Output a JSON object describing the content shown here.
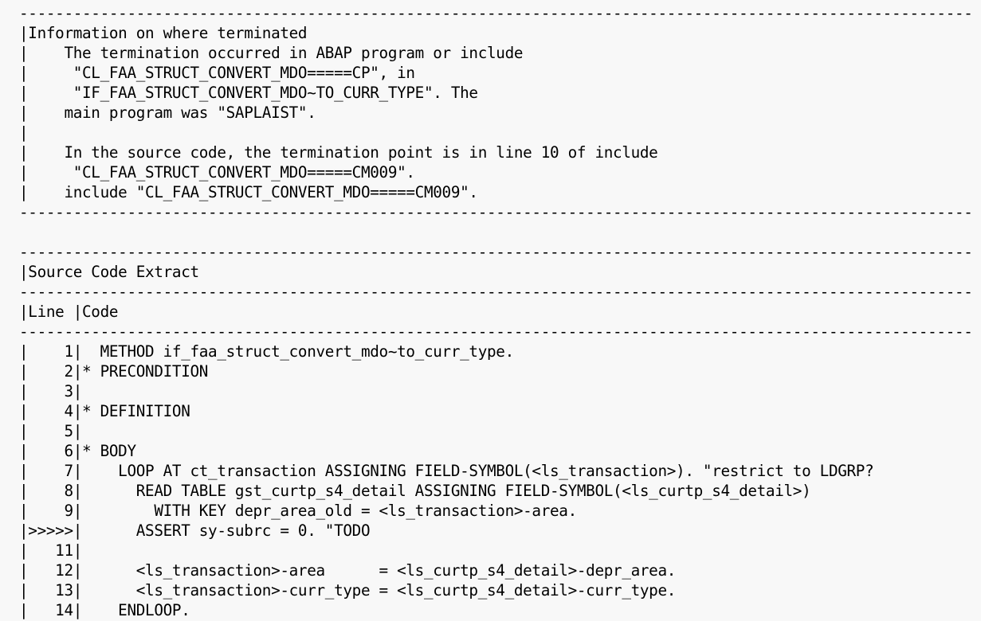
{
  "lines": [
    "-----------------------------------------------------------------------------------------------------------",
    "|Information on where terminated                                                                            |",
    "|    The termination occurred in ABAP program or include                                                    |",
    "|     \"CL_FAA_STRUCT_CONVERT_MDO=====CP\", in                                                                |",
    "|     \"IF_FAA_STRUCT_CONVERT_MDO~TO_CURR_TYPE\". The                                                         |",
    "|    main program was \"SAPLAIST\".                                                                          |",
    "|                                                                                                          |",
    "|    In the source code, the termination point is in line 10 of include                                    |",
    "|     \"CL_FAA_STRUCT_CONVERT_MDO=====CM009\".                                                                |",
    "|    include \"CL_FAA_STRUCT_CONVERT_MDO=====CM009\".                                                        |",
    "-----------------------------------------------------------------------------------------------------------",
    "",
    "-----------------------------------------------------------------------------------------------------------",
    "|Source Code Extract                                                                                        |",
    "-----------------------------------------------------------------------------------------------------------",
    "|Line |Code                                                                                                 |",
    "-----------------------------------------------------------------------------------------------------------",
    "|    1|  METHOD if_faa_struct_convert_mdo~to_curr_type.                                                      |",
    "|    2|* PRECONDITION                                                                                       |",
    "|    3|                                                                                                     |",
    "|    4|* DEFINITION                                                                                         |",
    "|    5|                                                                                                     |",
    "|    6|* BODY                                                                                               |",
    "|    7|    LOOP AT ct_transaction ASSIGNING FIELD-SYMBOL(<ls_transaction>). \"restrict to LDGRP?             |",
    "|    8|      READ TABLE gst_curtp_s4_detail ASSIGNING FIELD-SYMBOL(<ls_curtp_s4_detail>)                    |",
    "|    9|        WITH KEY depr_area_old = <ls_transaction>-area.                                              |",
    "|>>>>>|      ASSERT sy-subrc = 0. \"TODO                                                                     |",
    "|   11|                                                                                                     |",
    "|   12|      <ls_transaction>-area      = <ls_curtp_s4_detail>-depr_area.                                   |",
    "|   13|      <ls_transaction>-curr_type = <ls_curtp_s4_detail>-curr_type.                                   |",
    "|   14|    ENDLOOP.                                                                                         |"
  ]
}
